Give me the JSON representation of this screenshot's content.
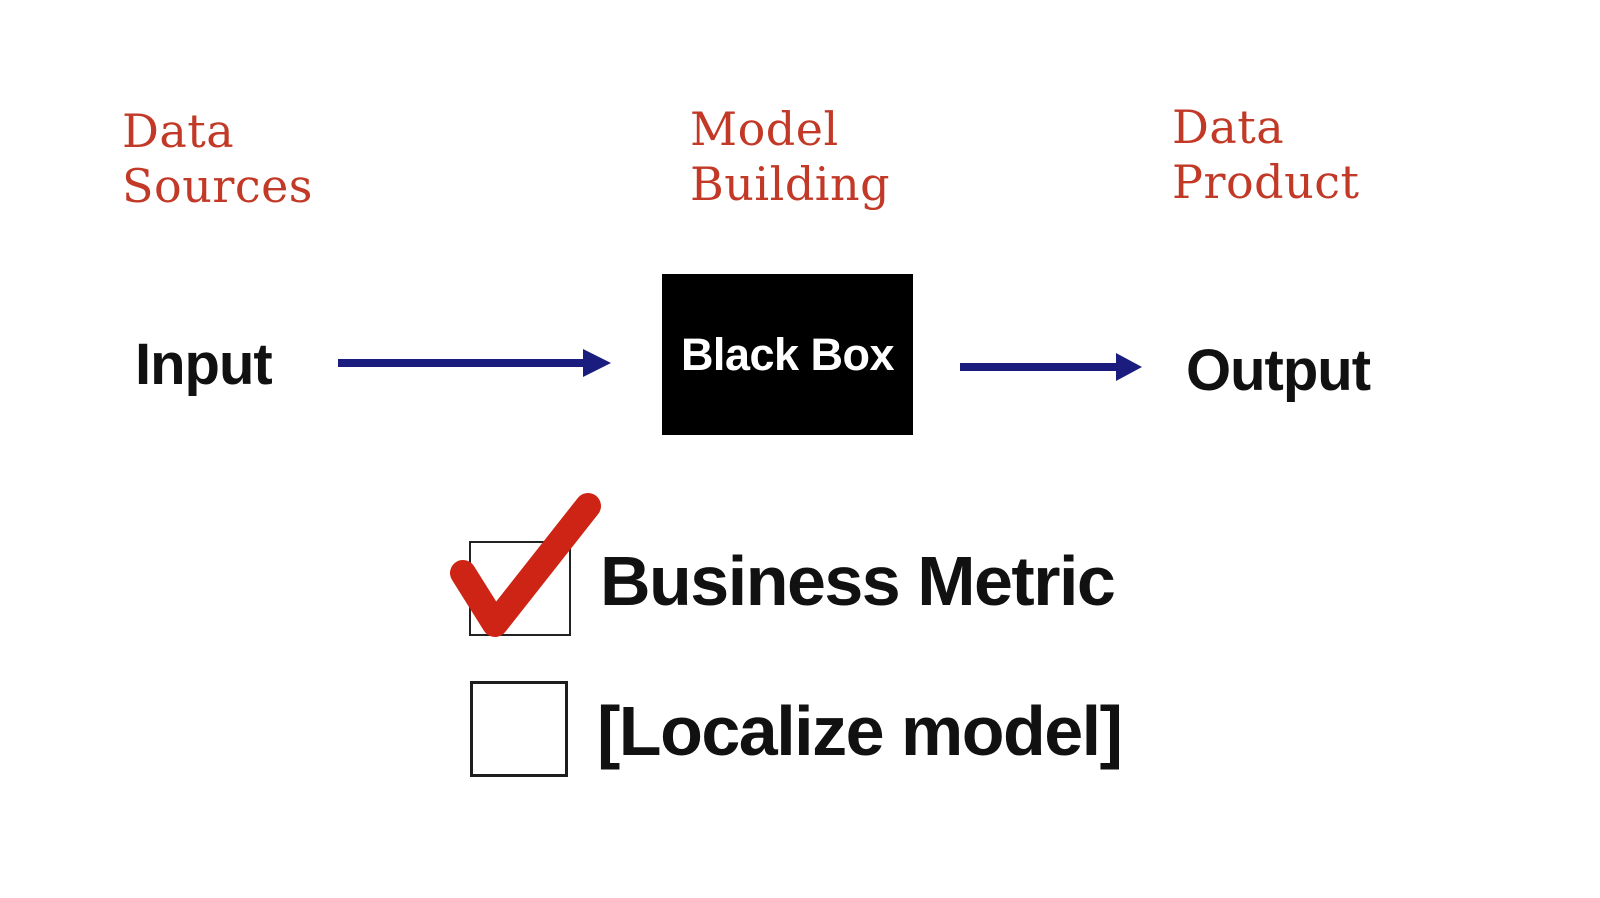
{
  "colors": {
    "stage_label": "#c23a27",
    "arrow": "#1a1d7e",
    "checkmark": "#ce2415",
    "box_background": "#000000",
    "box_text": "#ffffff",
    "text": "#111111",
    "checkbox_border": "#222222"
  },
  "stages": {
    "data_sources": "Data\nSources",
    "model_building": "Model\nBuilding",
    "data_product": "Data\nProduct"
  },
  "flow": {
    "input": "Input",
    "box": "Black Box",
    "output": "Output"
  },
  "checklist": {
    "items": [
      {
        "label": "Business Metric",
        "checked": true
      },
      {
        "label": "[Localize model]",
        "checked": false
      }
    ]
  }
}
